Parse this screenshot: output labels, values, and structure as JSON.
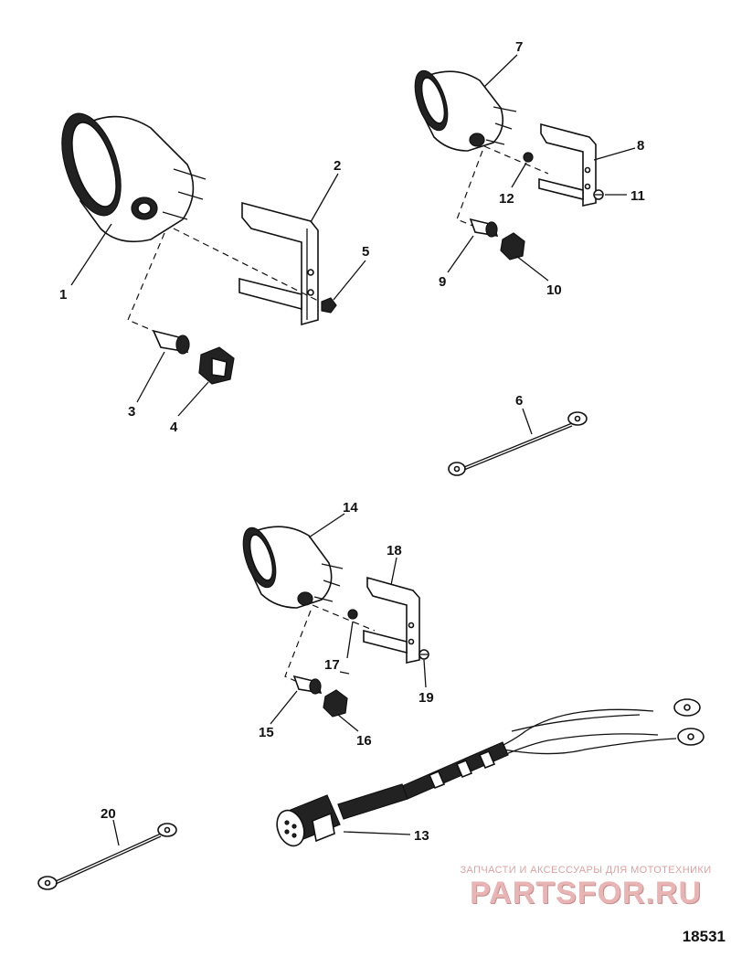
{
  "callouts": {
    "c1": "1",
    "c2": "2",
    "c3": "3",
    "c4": "4",
    "c5": "5",
    "c6": "6",
    "c7": "7",
    "c8": "8",
    "c9": "9",
    "c10": "10",
    "c11": "11",
    "c12": "12",
    "c13": "13",
    "c14": "14",
    "c15": "15",
    "c16": "16",
    "c17": "17",
    "c18": "18",
    "c19": "19",
    "c20": "20"
  },
  "watermark": {
    "caption": "ЗАПЧАСТИ И АКСЕССУАРЫ ДЛЯ МОТОТЕХНИКИ",
    "logo": "PARTSFOR.RU"
  },
  "drawing_number": "18531"
}
